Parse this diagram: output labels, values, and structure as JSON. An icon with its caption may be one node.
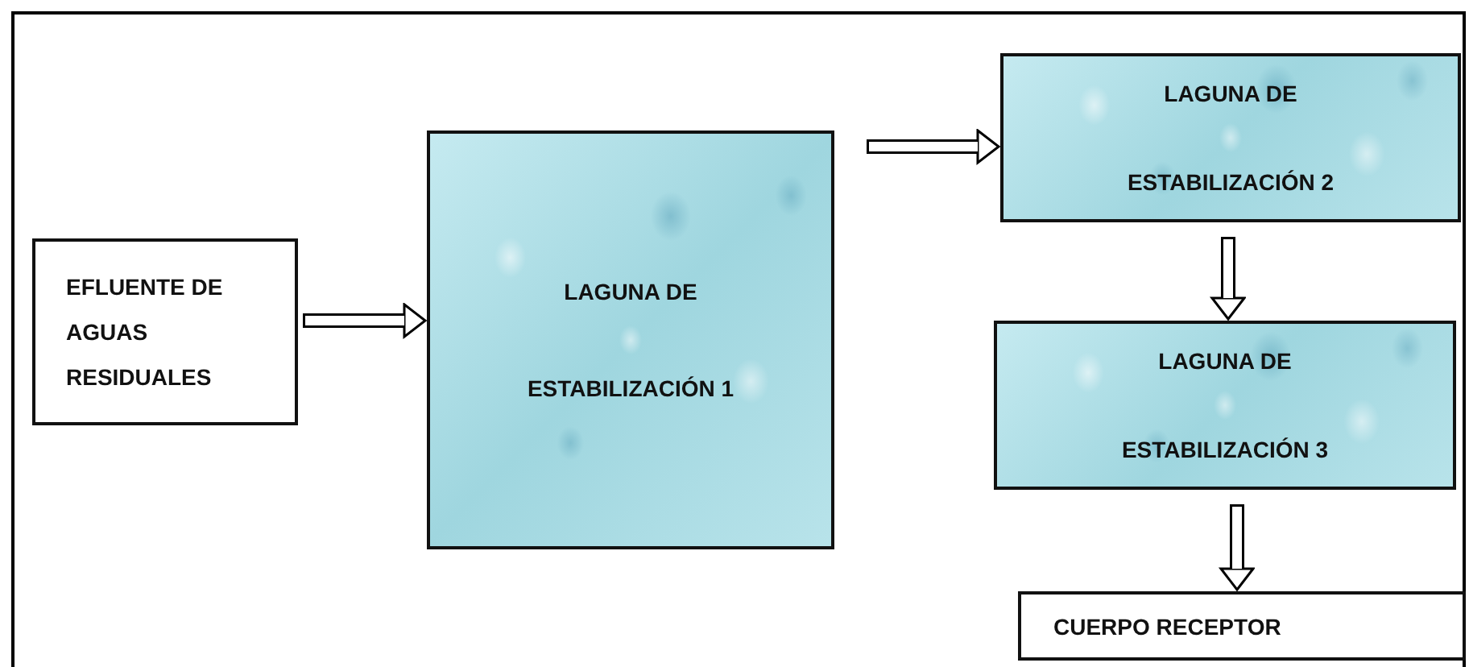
{
  "diagram": {
    "nodes": [
      {
        "text": [
          "EFLUENTE DE AGUAS RESIDUALES"
        ]
      },
      {
        "text": [
          "LAGUNA DE ESTABILIZACIÓN 1"
        ]
      },
      {
        "text": [
          "LAGUNA DE ESTABILIZACIÓN 2"
        ]
      },
      {
        "text": [
          "LAGUNA DE ESTABILIZACIÓN 3"
        ]
      },
      {
        "text": [
          "CUERPO RECEPTOR"
        ]
      }
    ],
    "edges": [
      {
        "from": 0,
        "to": 1,
        "arrow": "to"
      },
      {
        "from": 1,
        "to": 2,
        "arrow": "to"
      },
      {
        "from": 2,
        "to": 3,
        "arrow": "to"
      },
      {
        "from": 3,
        "to": 4,
        "arrow": "to"
      }
    ]
  }
}
